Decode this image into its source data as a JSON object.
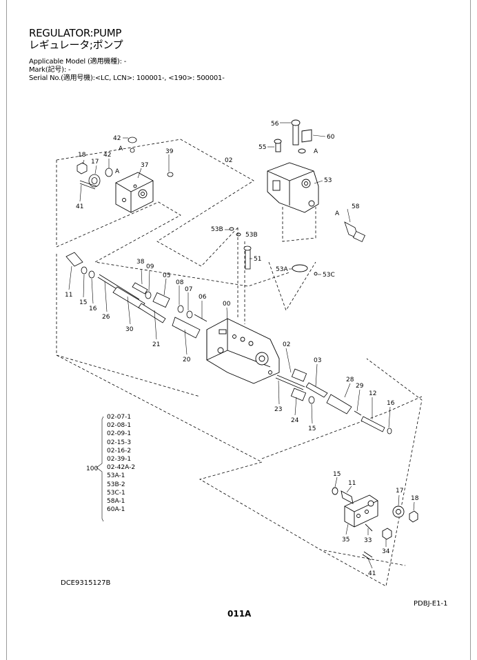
{
  "header": {
    "title_en": "REGULATOR:PUMP",
    "title_jp": "レギュレータ;ポンプ",
    "model_line": "Applicable Model (適用機種): -",
    "mark_line": "Mark(記号): -",
    "serial_line": "Serial No.(適用号機):<LC, LCN>: 100001-, <190>: 500001-"
  },
  "footer": {
    "drawing_code": "DCE9315127B",
    "page_ref": "PDBJ-E1-1",
    "page_number": "011A"
  },
  "kit": {
    "label": "100",
    "items": [
      "02-07-1",
      "02-08-1",
      "02-09-1",
      "02-15-3",
      "02-16-2",
      "02-39-1",
      "02-42A-2",
      "53A-1",
      "53B-2",
      "53C-1",
      "58A-1",
      "60A-1"
    ]
  },
  "callouts": {
    "c56": "56",
    "c60": "60",
    "c55": "55",
    "cA_top_right": "A",
    "c53": "53",
    "c58": "58",
    "cA_58": "A",
    "c53B_1": "53B",
    "c53B_2": "53B",
    "c51": "51",
    "c53A": "53A",
    "c53C": "53C",
    "c42a": "42",
    "cA_42a": "A",
    "c18a": "18",
    "c17a": "17",
    "c42b": "42",
    "cA_42b": "A",
    "c37": "37",
    "c39": "39",
    "c02a": "02",
    "c41a": "41",
    "c38": "38",
    "c09": "09",
    "c05": "05",
    "c08": "08",
    "c07": "07",
    "c06": "06",
    "c00": "00",
    "c11a": "11",
    "c15a": "15",
    "c16a": "16",
    "c26": "26",
    "c30": "30",
    "c21": "21",
    "c20": "20",
    "c02b": "02",
    "c03": "03",
    "c28": "28",
    "c29": "29",
    "c12": "12",
    "c16b": "16",
    "c23": "23",
    "c24": "24",
    "c15b": "15",
    "c15c": "15",
    "c11b": "11",
    "c17b": "17",
    "c18b": "18",
    "c35": "35",
    "c33": "33",
    "c34": "34",
    "c41b": "41"
  }
}
